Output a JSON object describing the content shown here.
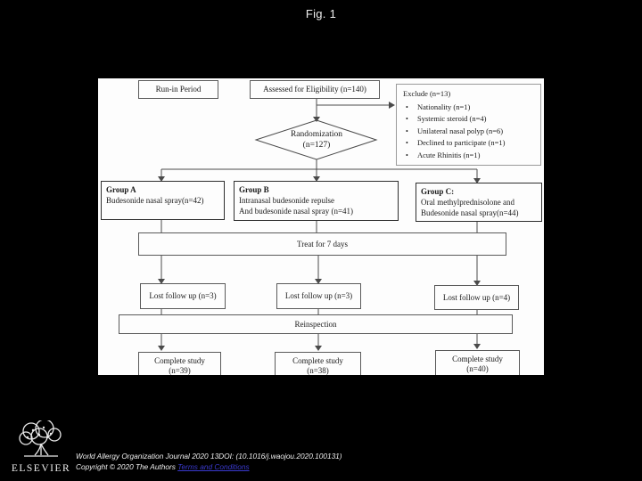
{
  "figure": {
    "title": "Fig. 1"
  },
  "flowchart": {
    "run_in": "Run-in Period",
    "assessed": "Assessed for Eligibility  (n=140)",
    "exclude": {
      "header": "Exclude  (n=13)",
      "items": [
        "Nationality  (n=1)",
        "Systemic steroid  (n=4)",
        "Unilateral nasal polyp  (n=6)",
        "Declined to participate  (n=1)",
        "Acute Rhinitis (n=1)"
      ]
    },
    "randomization": {
      "line1": "Randomization",
      "line2": "(n=127)"
    },
    "groups": [
      {
        "title": "Group A",
        "line1": "Budesonide nasal spray(n=42)",
        "line2": ""
      },
      {
        "title": "Group B",
        "line1": "Intranasal budesonide repulse",
        "line2": "And budesonide nasal spray  (n=41)"
      },
      {
        "title": "Group C:",
        "line1": "Oral methylprednisolone and",
        "line2": "Budesonide nasal spray(n=44)"
      }
    ],
    "treat": "Treat for 7 days",
    "lost": [
      "Lost follow up (n=3)",
      "Lost follow up (n=3)",
      "Lost follow up (n=4)"
    ],
    "reinspection": "Reinspection",
    "complete": [
      {
        "line1": "Complete study",
        "line2": "(n=39)"
      },
      {
        "line1": "Complete study",
        "line2": "(n=38)"
      },
      {
        "line1": "Complete study",
        "line2": "(n=40)"
      }
    ]
  },
  "footer": {
    "logo_word": "ELSEVIER",
    "citation": "World Allergy Organization Journal 2020 13DOI: (10.1016/j.waojou.2020.100131)",
    "copyright": "Copyright © 2020 The Authors ",
    "link": "Terms and Conditions"
  },
  "colors": {
    "background": "#000000",
    "panel": "#fdfdfd",
    "link": "#3a3ad0"
  }
}
